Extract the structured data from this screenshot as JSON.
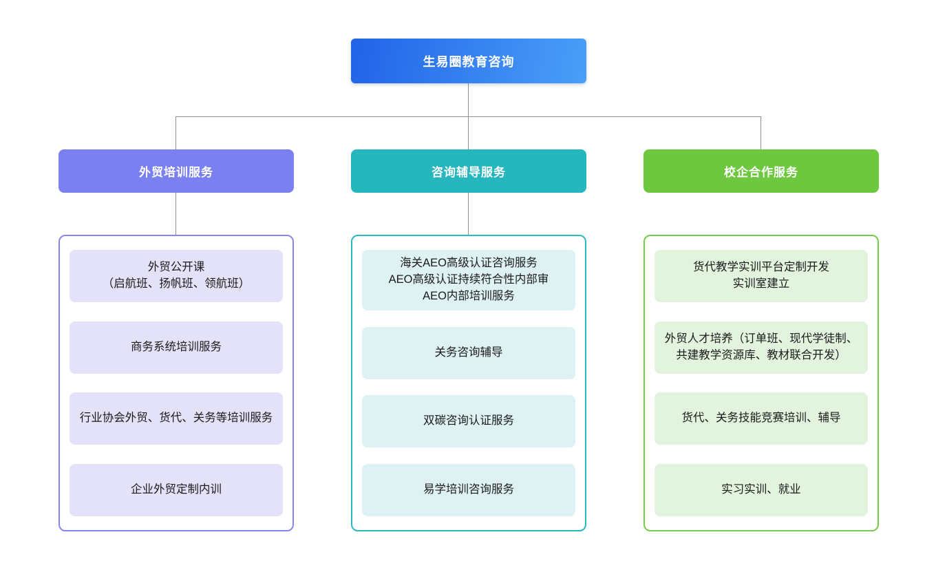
{
  "root": {
    "label": "生易圈教育咨询"
  },
  "colors": {
    "root_gradient_start": "#2163e8",
    "root_gradient_end": "#4a9ff8",
    "branch1_accent": "#7b80f0",
    "branch1_item_bg": "#e4e2f8",
    "branch2_accent": "#26b6bd",
    "branch2_item_bg": "#def1f3",
    "branch3_accent": "#6dc83f",
    "branch3_item_bg": "#e2f3de",
    "connector": "#8b9199"
  },
  "branches": [
    {
      "label": "外贸培训服务",
      "items": [
        "外贸公开课\n（启航班、扬帆班、领航班）",
        "商务系统培训服务",
        "行业协会外贸、货代、关务等培训服务",
        "企业外贸定制内训"
      ]
    },
    {
      "label": "咨询辅导服务",
      "items": [
        "海关AEO高级认证咨询服务\nAEO高级认证持续符合性内部审\nAEO内部培训服务",
        "关务咨询辅导",
        "双碳咨询认证服务",
        "易学培训咨询服务"
      ]
    },
    {
      "label": "校企合作服务",
      "items": [
        "货代教学实训平台定制开发\n实训室建立",
        "外贸人才培养（订单班、现代学徒制、共建教学资源库、教材联合开发）",
        "货代、关务技能竞赛培训、辅导",
        "实习实训、就业"
      ]
    }
  ]
}
